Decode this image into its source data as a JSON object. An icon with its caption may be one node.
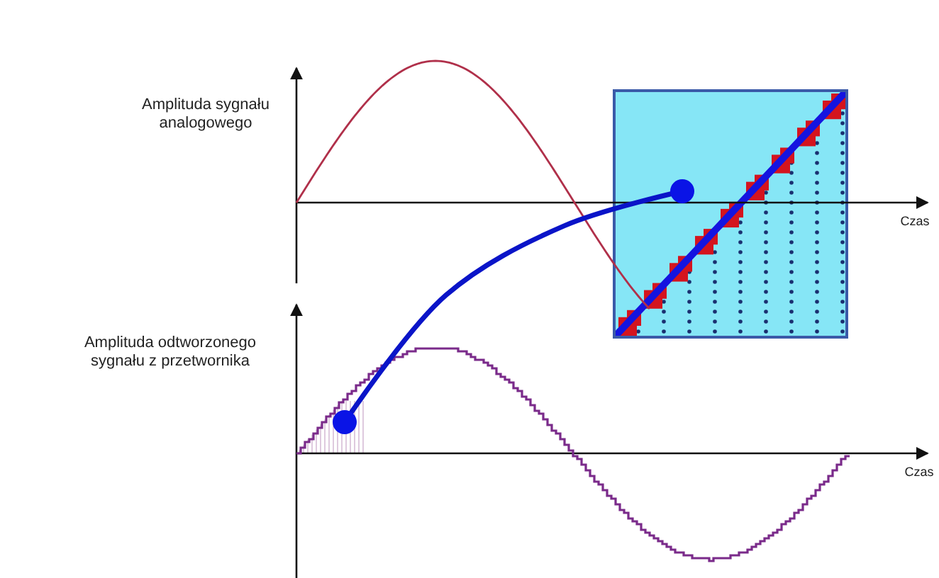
{
  "diagram": {
    "nodes": [
      {
        "text": [],
        "shape": "box"
      },
      {
        "text": [],
        "shape": "picture"
      }
    ],
    "edges": [
      {
        "from": 0,
        "to": 1,
        "arrow": "other"
      }
    ],
    "labels": [
      "Amplituda sygnału analogowego",
      "Czas",
      "Amplituda odtworzonego sygnału z przetwornika",
      "Czas"
    ]
  }
}
